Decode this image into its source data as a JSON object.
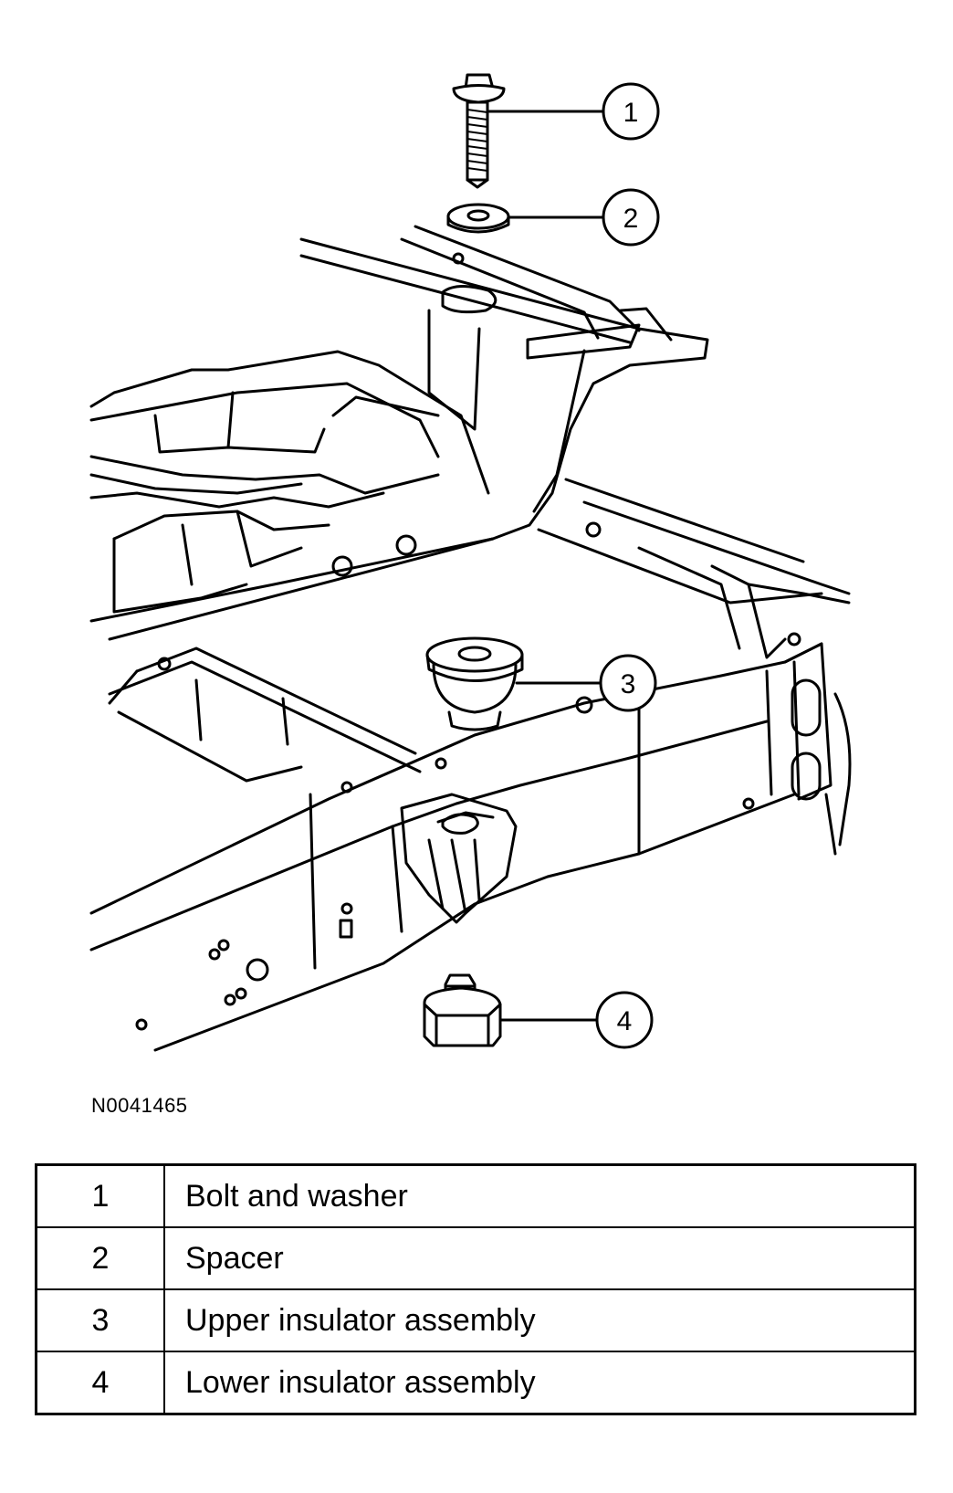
{
  "figure_id": "N0041465",
  "callouts": [
    "1",
    "2",
    "3",
    "4"
  ],
  "legend": [
    {
      "number": "1",
      "description": "Bolt and washer"
    },
    {
      "number": "2",
      "description": "Spacer"
    },
    {
      "number": "3",
      "description": "Upper insulator assembly"
    },
    {
      "number": "4",
      "description": "Lower insulator assembly"
    }
  ]
}
